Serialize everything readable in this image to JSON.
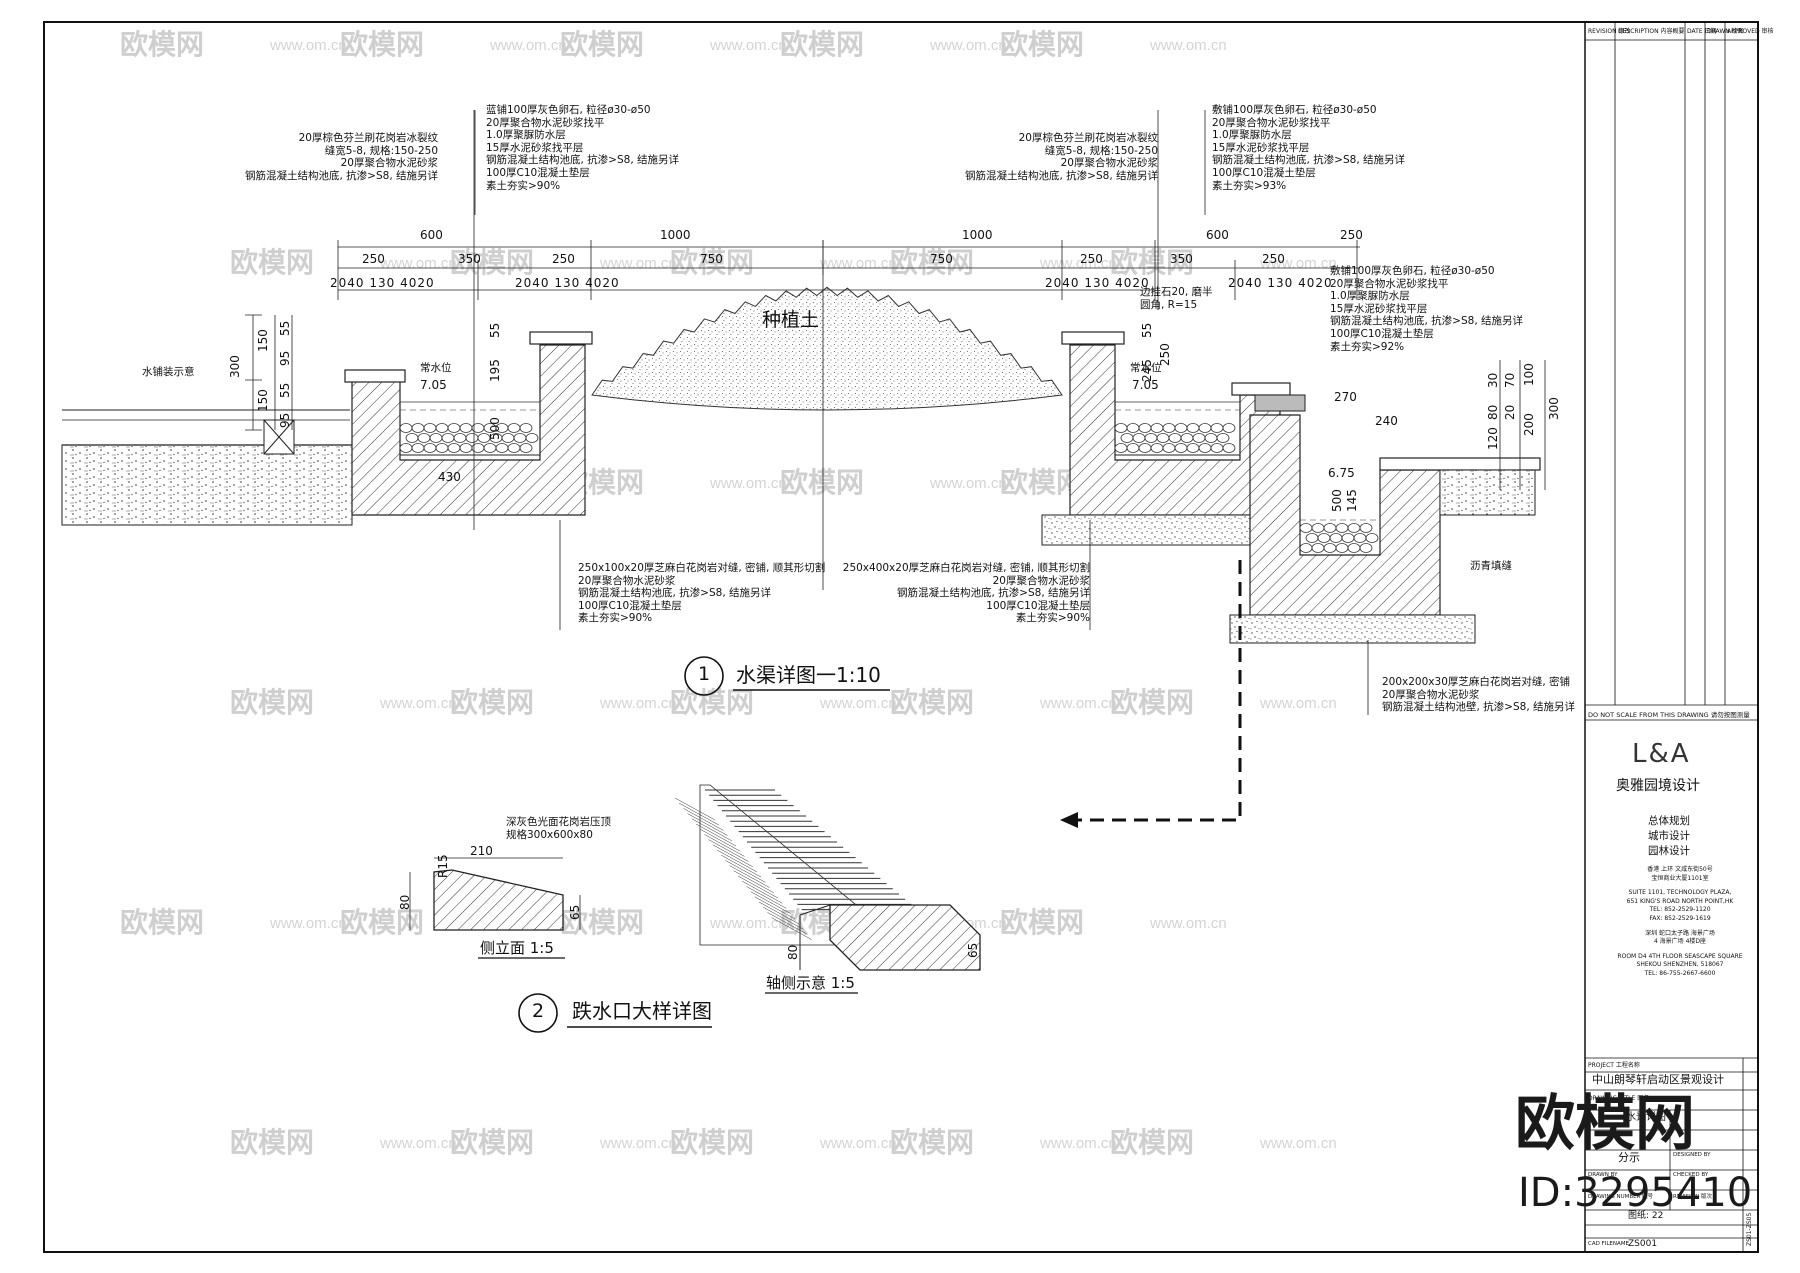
{
  "watermark": {
    "brand": "欧模网",
    "url": "www.om.cn"
  },
  "brand_overlay": {
    "name": "欧模网",
    "id": "ID:3295410"
  },
  "drawing1": {
    "number": "1",
    "title": "水渠详图一1:10",
    "planting_label": "种植土",
    "left_note": "水铺装示意",
    "labels_top_left_a": [
      "20厚棕色芬兰刷花岗岩冰裂纹",
      "缝宽5-8, 规格:150-250",
      "20厚聚合物水泥砂浆",
      "钢筋混凝土结构池底, 抗渗>S8, 结施另详"
    ],
    "labels_top_left_b": [
      "蓝铺100厚灰色卵石, 粒径ø30-ø50",
      "20厚聚合物水泥砂浆找平",
      "1.0厚聚脲防水层",
      "15厚水泥砂浆找平层",
      "钢筋混凝土结构池底, 抗渗>S8, 结施另详",
      "100厚C10混凝土垫层",
      "素土夯实>90%"
    ],
    "labels_top_mid": [
      "20厚棕色芬兰刷花岗岩冰裂纹",
      "缝宽5-8, 规格:150-250",
      "20厚聚合物水泥砂浆",
      "钢筋混凝土结构池底, 抗渗>S8, 结施另详"
    ],
    "labels_top_right": [
      "敷铺100厚灰色卵石, 粒径ø30-ø50",
      "20厚聚合物水泥砂浆找平",
      "1.0厚聚脲防水层",
      "15厚水泥砂浆找平层",
      "钢筋混凝土结构池底, 抗渗>S8, 结施另详",
      "100厚C10混凝土垫层",
      "素土夯实>93%"
    ],
    "labels_right": [
      "敷铺100厚灰色卵石, 粒径ø30-ø50",
      "20厚聚合物水泥砂浆找平",
      "1.0厚聚脲防水层",
      "15厚水泥砂浆找平层",
      "钢筋混凝土结构池底, 抗渗>S8, 结施另详",
      "100厚C10混凝土垫层",
      "素土夯实>92%"
    ],
    "labels_bottom_left": [
      "250x100x20厚芝麻白花岗岩对缝, 密铺, 顺其形切割",
      "20厚聚合物水泥砂浆",
      "钢筋混凝土结构池底, 抗渗>S8, 结施另详",
      "100厚C10混凝土垫层",
      "素土夯实>90%"
    ],
    "labels_bottom_mid": [
      "250x400x20厚芝麻白花岗岩对缝, 密铺, 顺其形切割",
      "20厚聚合物水泥砂浆",
      "钢筋混凝土结构池底, 抗渗>S8, 结施另详",
      "100厚C10混凝土垫层",
      "素土夯实>90%"
    ],
    "labels_bottom_right": [
      "200x200x30厚芝麻白花岗岩对缝, 密铺",
      "20厚聚合物水泥砂浆",
      "钢筋混凝土结构池壁, 抗渗>S8, 结施另详"
    ],
    "note_edge": [
      "边挂石20, 磨半",
      "圆角, R=15"
    ],
    "note_water_level": "常水位",
    "note_joint": "沥青填缝",
    "dims_top": [
      "600",
      "1000",
      "1000",
      "600",
      "250",
      "350",
      "250",
      "750",
      "750",
      "250",
      "350",
      "250"
    ],
    "dims_sub_left": [
      "20",
      "40",
      "130",
      "40",
      "20"
    ],
    "dims_sub_mid": [
      "20",
      "40",
      "130",
      "40",
      "20"
    ],
    "dims_vert_left": [
      "300",
      "150",
      "150",
      "55",
      "95",
      "55",
      "95"
    ],
    "dims_vert_right": [
      "300",
      "100",
      "70",
      "30",
      "200",
      "20",
      "80",
      "120"
    ],
    "dims_misc": [
      "430",
      "500",
      "500",
      "270",
      "240",
      "7.05",
      "7.05",
      "6.75",
      "145",
      "195",
      "245",
      "250",
      "55",
      "55"
    ]
  },
  "drawing2": {
    "number": "2",
    "title": "跌水口大样详图",
    "material_note": [
      "深灰色光面花岗岩压顶",
      "规格300x600x80"
    ],
    "side_view_label": "侧立面 1:5",
    "axon_label": "轴侧示意 1:5",
    "dims": [
      "210",
      "R15",
      "80",
      "65",
      "80",
      "65"
    ]
  },
  "title_block": {
    "revision_header": [
      "REVISION 修改",
      "DESCRIPTION 内容概要",
      "DATE 日期",
      "DRAWN 绘图",
      "APPROVED 审核"
    ],
    "scale_note": "DO NOT SCALE FROM THIS DRAWING 请勿按图测量",
    "firm_logo": "L&A",
    "firm_name": "奥雅园境设计",
    "services": [
      "总体规划",
      "城市设计",
      "园林设计"
    ],
    "address_lines": [
      "香港 上环 文咸东街50号",
      "宝恒商业大厦1101室",
      "SUITE 1101, TECHNOLOGY PLAZA,",
      "651 KING'S ROAD NORTH POINT,HK",
      "TEL: 852-2529-1120",
      "FAX: 852-2529-1619",
      "深圳 蛇口太子路 海景广场",
      "4 海景广场 4楼D座",
      "ROOM D4 4TH FLOOR SEASCAPE SQUARE",
      "SHEKOU SHENZHEN, 518067",
      "TEL: 86-755-2667-6600"
    ],
    "project_label": "PROJECT 工程名称",
    "project_name": "中山朗琴轩启动区景观设计",
    "drawing_title_label": "DRAWING TITLE 图名",
    "drawing_title_value": "水景详图",
    "part_label": "分示",
    "designed_by_label": "DESIGNED BY",
    "drawn_by_label": "DRAWN BY",
    "checked_by_label": "CHECKED BY",
    "drawing_number_label": "DRAWING NUMBER 图号",
    "revision_label": "REVISION 版次",
    "sheet_label": "图纸: 22",
    "cad_filename_label": "CAD FILENAME",
    "cad_filename": "ZS001",
    "side_code": "ZS01-ZS05"
  }
}
